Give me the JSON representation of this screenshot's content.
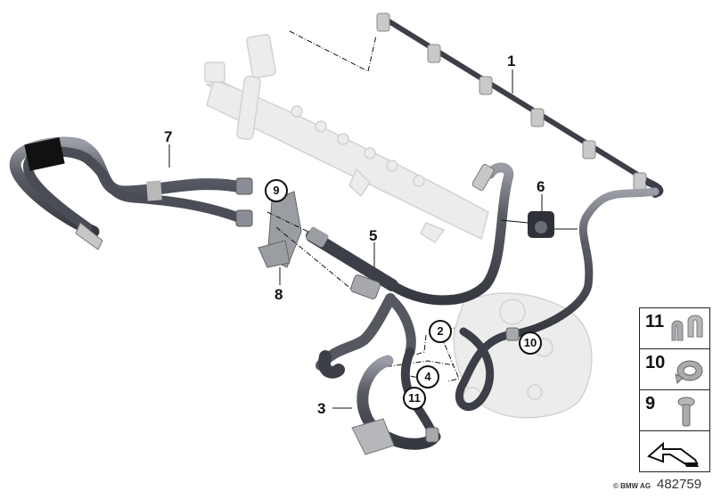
{
  "diagram": {
    "title": "BMW fuel line / leak-off line parts diagram",
    "colors": {
      "hose": "#4a4d55",
      "hose_highlight": "#8a8d96",
      "ghost_part": "#e6e6e6",
      "ghost_outline": "#cfcfcf",
      "label": "#111111"
    },
    "callouts": [
      {
        "id": "1",
        "label": "1",
        "style": "plain"
      },
      {
        "id": "2",
        "label": "2",
        "style": "circled"
      },
      {
        "id": "3",
        "label": "3",
        "style": "plain"
      },
      {
        "id": "4",
        "label": "4",
        "style": "circled"
      },
      {
        "id": "5",
        "label": "5",
        "style": "plain"
      },
      {
        "id": "6",
        "label": "6",
        "style": "plain"
      },
      {
        "id": "7",
        "label": "7",
        "style": "plain"
      },
      {
        "id": "8",
        "label": "8",
        "style": "plain"
      },
      {
        "id": "9",
        "label": "9",
        "style": "circled"
      },
      {
        "id": "10",
        "label": "10",
        "style": "circled"
      },
      {
        "id": "11",
        "label": "11",
        "style": "circled"
      }
    ],
    "legend": [
      {
        "number": "11",
        "part": "clip-icon"
      },
      {
        "number": "10",
        "part": "hose-clamp-icon"
      },
      {
        "number": "9",
        "part": "screw-icon"
      },
      {
        "number": "",
        "part": "direction-arrow-icon"
      }
    ],
    "footer": {
      "copyright": "© BMW AG",
      "figure_number": "482759"
    }
  }
}
